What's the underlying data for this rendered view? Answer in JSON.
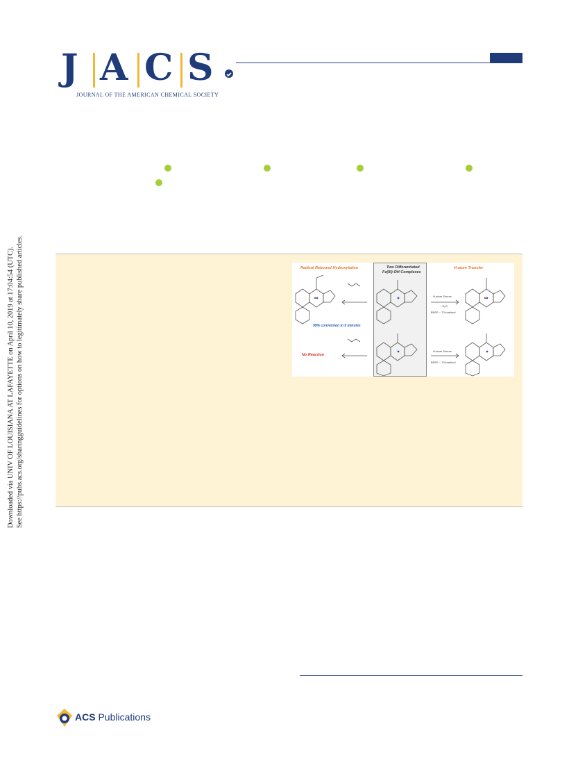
{
  "journal": {
    "letters": [
      "J",
      "A",
      "C",
      "S"
    ],
    "subtitle": "JOURNAL OF THE AMERICAN CHEMICAL SOCIETY"
  },
  "download_note": {
    "line1": "Downloaded via UNIV OF LOUISIANA AT LAFAYETTE on April 10, 2019 at 17:04:54 (UTC).",
    "line2": "See https://pubs.acs.org/sharingguidelines for options on how to legitimately share published articles."
  },
  "toc_graphic": {
    "left_title": "Radical Rebound Hydroxylation",
    "center_title_1": "Two Differentiated",
    "center_title_2": "Fe(III)-OH Complexes",
    "right_title": "H-atom Transfer",
    "conversion": "99% conversion in 5 minutes",
    "no_reaction": "No Reaction",
    "h_atom_source_1": "H-atom Source",
    "minus_water": "- H₂O",
    "bdfe_1": "BDFE ~ 73 kcal/mol",
    "h_atom_source_2": "H-atom Source",
    "bdfe_2": "BDFE ~ 70 kcal/mol",
    "colors": {
      "orange": "#e8782a",
      "red": "#d9322a",
      "blue": "#2a58b8",
      "dark": "#333333"
    }
  },
  "footer": {
    "publisher_bold": "ACS",
    "publisher_rest": " Publications"
  },
  "colors": {
    "brand_blue": "#1f3b7a",
    "brand_gold": "#f2b632",
    "abstract_bg": "#fff3d6",
    "orcid_green": "#a6ce39"
  }
}
